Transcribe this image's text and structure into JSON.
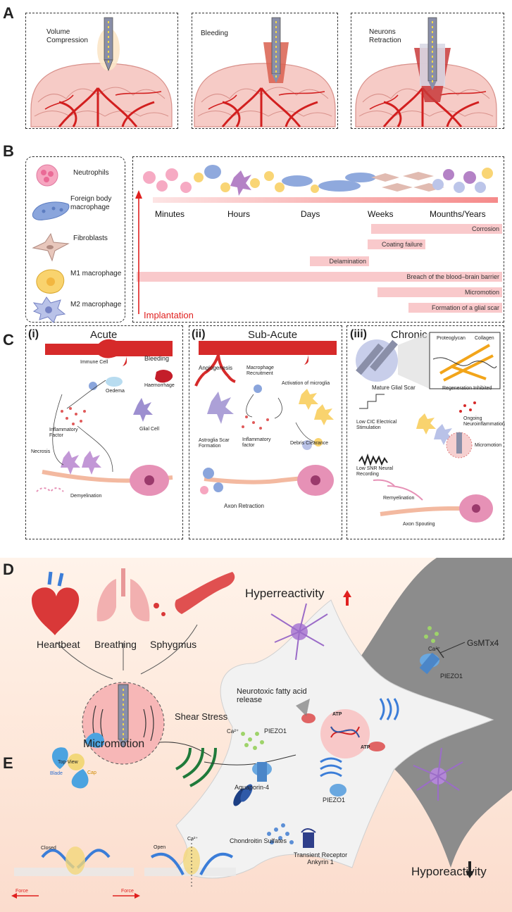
{
  "panel_labels": {
    "a": "A",
    "b": "B",
    "c": "C",
    "d": "D",
    "e": "E"
  },
  "panel_a": {
    "box1": "Volume Compression",
    "box2": "Bleeding",
    "box3": "Neurons Retraction"
  },
  "panel_b": {
    "legend": [
      "Neutrophils",
      "Foreign body macrophage",
      "Fibroblasts",
      "M1 macrophage",
      "M2 macrophage"
    ],
    "timeline": [
      "Minutes",
      "Hours",
      "Days",
      "Weeks",
      "Mounths/Years"
    ],
    "bars": [
      "Corrosion",
      "Coating failure",
      "Delamination",
      "Breach of the blood–brain barrier",
      "Micromotion",
      "Formation of a glial scar"
    ],
    "implantation": "Implantation"
  },
  "panel_c": {
    "i_num": "(i)",
    "i_title": "Acute",
    "ii_num": "(ii)",
    "ii_title": "Sub-Acute",
    "iii_num": "(iii)",
    "iii_title": "Chronic",
    "i_labels": {
      "immune": "Immune Cell",
      "bleeding": "Bleeding",
      "haemorrhage": "Haemorrhage",
      "oedema": "Oedema",
      "inflammatory": "Inflammatory Factor",
      "glial": "Glial Cell",
      "necrosis": "Necrosis",
      "demyelination": "Demyelination"
    },
    "ii_labels": {
      "angiogenesis": "Angiogenesis",
      "recruitment": "Macrophage Recruitment",
      "activation": "Activation of microglia",
      "astroglia": "Astroglia Scar Formation",
      "inflammatory": "Inflammatory factor",
      "debris": "Debris Clearance",
      "axon": "Axon Retraction"
    },
    "iii_labels": {
      "proteoglycan": "Proteoglycan",
      "collagen": "Collagen",
      "regen": "Regeneration Inhibited",
      "scar": "Mature Glial Scar",
      "lowcic": "Low CIC Electrical Stimulation",
      "ongoing": "Ongoing Neuroinflammation",
      "lowsnr": "Low SNR Neural Recording",
      "micromotion": "Micromotion",
      "remyelination": "Remyelination",
      "spouting": "Axon Spouting"
    }
  },
  "panel_d": {
    "heartbeat": "Heartbeat",
    "breathing": "Breathing",
    "sphygmus": "Sphygmus",
    "micromotion": "Micromotion",
    "shear": "Shear Stress",
    "hyper": "Hyperreactivity",
    "hypo": "Hyporeactivity",
    "gsmtx": "GsMTx4",
    "neurotoxic": "Neurotoxic fatty acid release",
    "ca": "Ca²⁺",
    "piezo": "PIEZO1",
    "aquaporin": "Aquaporin-4",
    "piezo_up": "PIEZO1",
    "atp": "ATP",
    "chondroitin": "Chondroitin Sulfates",
    "trpa": "Transient Receptor Ankyrin 1"
  },
  "panel_e": {
    "topview": "Top-View",
    "blade": "Blade",
    "cap": "Cap",
    "closed": "Closed",
    "open": "Open",
    "force": "Force",
    "ca": "Ca²⁺"
  },
  "colors": {
    "vessel": "#d62a2a",
    "brain": "#f6c9c4",
    "bar": "#f9c9cb",
    "accent": "#e0201f",
    "neuron": "#d9739a",
    "glia": "#6a7fc4"
  }
}
